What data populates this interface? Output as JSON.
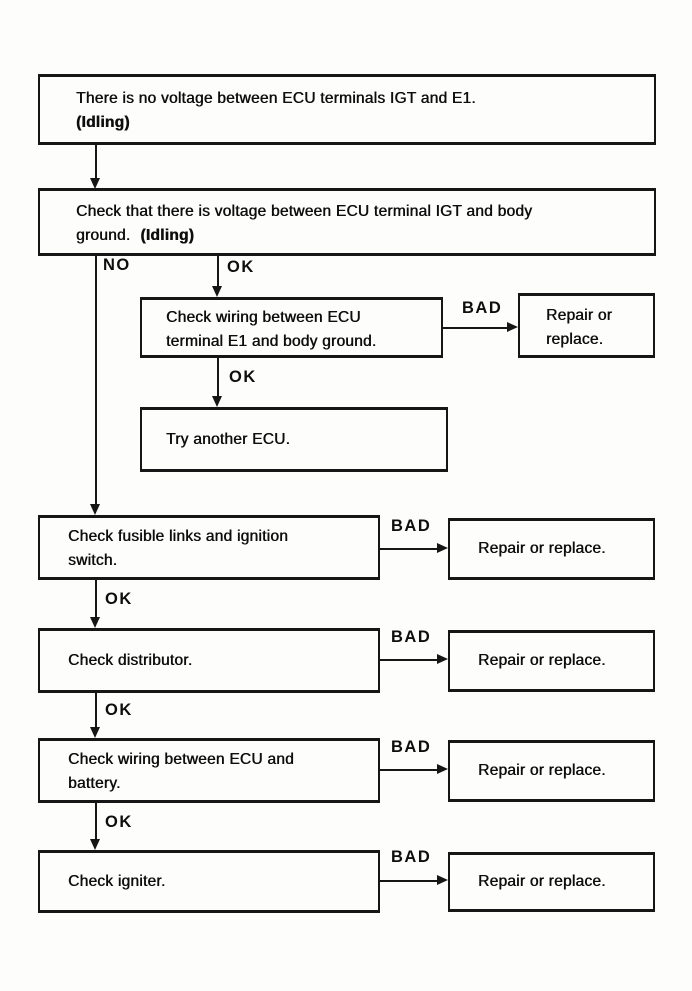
{
  "labels": {
    "no": "NO",
    "ok": "OK",
    "bad": "BAD"
  },
  "nodes": {
    "start": {
      "line1": "There is no voltage between ECU terminals IGT and E1.",
      "note": "(Idling)"
    },
    "check_igt_body_ground": {
      "line1": "Check that there is voltage between ECU terminal IGT and body",
      "line2": "ground.",
      "note": "(Idling)"
    },
    "check_wiring_e1": {
      "line1": "Check wiring between ECU",
      "line2": "terminal E1 and body ground."
    },
    "repair_small": {
      "line1": "Repair or",
      "line2": "replace."
    },
    "try_another_ecu": {
      "line1": "Try another ECU."
    },
    "check_fusible_links": {
      "line1": "Check fusible links and ignition",
      "line2": "switch."
    },
    "check_distributor": {
      "line1": "Check distributor."
    },
    "check_wiring_battery": {
      "line1": "Check wiring between ECU and",
      "line2": "battery."
    },
    "check_igniter": {
      "line1": "Check igniter."
    },
    "repair_or_replace": {
      "line1": "Repair or replace."
    }
  }
}
